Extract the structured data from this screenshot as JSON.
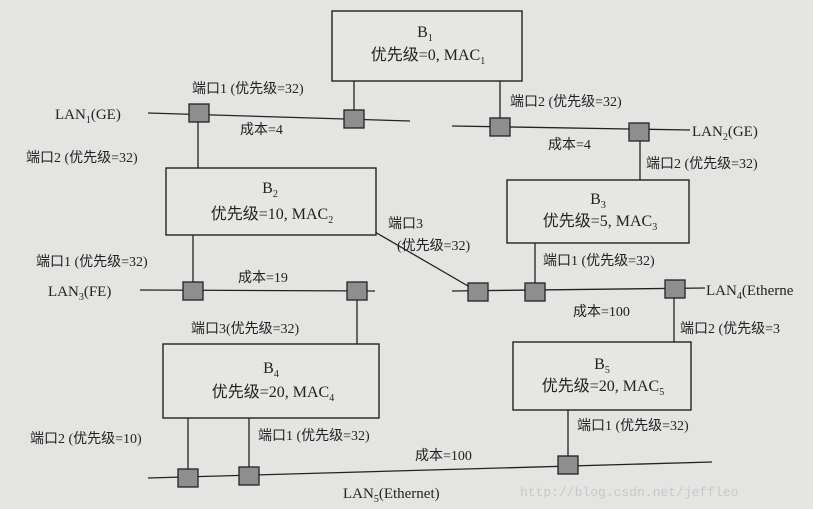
{
  "diagram": {
    "bridges": {
      "b1": {
        "name": "B",
        "sub": "1",
        "line2_pre": "优先级=0, MAC",
        "line2_sub": "1"
      },
      "b2": {
        "name": "B",
        "sub": "2",
        "line2_pre": "优先级=10, MAC",
        "line2_sub": "2"
      },
      "b3": {
        "name": "B",
        "sub": "3",
        "line2_pre": "优先级=5, MAC",
        "line2_sub": "3"
      },
      "b4": {
        "name": "B",
        "sub": "4",
        "line2_pre": "优先级=20, MAC",
        "line2_sub": "4"
      },
      "b5": {
        "name": "B",
        "sub": "5",
        "line2_pre": "优先级=20, MAC",
        "line2_sub": "5"
      }
    },
    "lans": {
      "lan1": {
        "pre": "LAN",
        "sub": "1",
        "post": "(GE)"
      },
      "lan2": {
        "pre": "LAN",
        "sub": "2",
        "post": "(GE)"
      },
      "lan3": {
        "pre": "LAN",
        "sub": "3",
        "post": "(FE)"
      },
      "lan4": {
        "pre": "LAN",
        "sub": "4",
        "post": "(Etherne"
      },
      "lan5": {
        "pre": "LAN",
        "sub": "5",
        "post": "(Ethernet)"
      }
    },
    "port_labels": {
      "b1_p1": "端口1 (优先级=32)",
      "b1_p2": "端口2 (优先级=32)",
      "b2_p2": "端口2 (优先级=32)",
      "b3_p2": "端口2 (优先级=32)",
      "b2_p3_line1": "端口3",
      "b2_p3_line2": "(优先级=32)",
      "b2_p1": "端口1 (优先级=32)",
      "b3_p1": "端口1 (优先级=32)",
      "b4_p3": "端口3(优先级=32)",
      "b5_p2": "端口2 (优先级=3",
      "b4_p2": "端口2 (优先级=10)",
      "b4_p1": "端口1 (优先级=32)",
      "b5_p1": "端口1 (优先级=32)"
    },
    "costs": {
      "lan1": "成本=4",
      "lan2": "成本=4",
      "lan3": "成本=19",
      "lan4": "成本=100",
      "lan5": "成本=100"
    },
    "watermark": "http://blog.csdn.net/jeffleo"
  }
}
